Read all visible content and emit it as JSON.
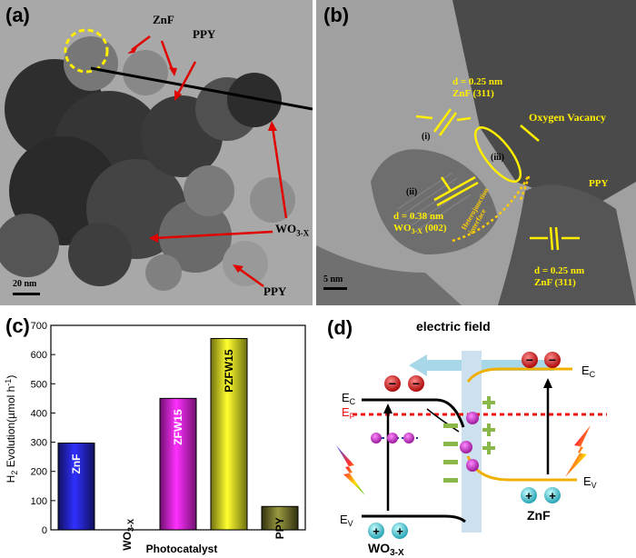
{
  "panel_a": {
    "label": "(a)",
    "annotations": {
      "znf": "ZnF",
      "ppy_top": "PPY",
      "wo3x": "WO",
      "wo3x_sub": "3-X",
      "ppy_bottom": "PPY"
    },
    "scale_bar": "20 nm"
  },
  "panel_b": {
    "label": "(b)",
    "annotations": {
      "d1_line1": "d = 0.25 nm",
      "d1_line2": "ZnF (311)",
      "oxygen_vacancy": "Oxygen Vacancy",
      "roman_i": "(i)",
      "roman_ii": "(ii)",
      "roman_iii": "(iii)",
      "ppy": "PPY",
      "d2_line1": "d = 0.38 nm",
      "d2_line2_a": "WO",
      "d2_line2_sub": "3-X",
      "d2_line2_b": " (002)",
      "heterojunction_1": "Heterojunction",
      "heterojunction_2": "interface",
      "d3_line1": "d = 0.25 nm",
      "d3_line2": "ZnF (311)"
    },
    "scale_bar": "5 nm"
  },
  "panel_c": {
    "label": "(c)",
    "ylabel_main": "H",
    "ylabel_sub": "2",
    "ylabel_rest": " Evolution(µmol h",
    "ylabel_sup": "-1",
    "ylabel_end": ")",
    "xlabel": "Photocatalyst",
    "wo3x_label": "WO",
    "wo3x_sub": "3-X"
  },
  "panel_d": {
    "label": "(d)",
    "electric_field": "electric field",
    "ec_left": "E",
    "ec_left_sub": "C",
    "ef_left": "E",
    "ef_left_sub": "F",
    "ev_left": "E",
    "ev_left_sub": "V",
    "ec_right": "E",
    "ec_right_sub": "C",
    "ev_right": "E",
    "ev_right_sub": "V",
    "wo3x_label": "WO",
    "wo3x_sub": "3-X",
    "znf_label": "ZnF",
    "minus": "−",
    "plus": "+"
  },
  "chart_data": {
    "type": "bar",
    "categories": [
      "ZnF",
      "WO3-X",
      "ZFW15",
      "PZFW15",
      "PPY"
    ],
    "values": [
      297,
      0,
      450,
      655,
      80
    ],
    "colors": [
      "#2a2ad8",
      "#1a1a1a",
      "#d820d8",
      "#e8e818",
      "#5a5a24"
    ],
    "xlabel": "Photocatalyst",
    "ylabel": "H2 Evolution(µmol h-1)",
    "ylim": [
      0,
      700
    ],
    "yticks": [
      0,
      100,
      200,
      300,
      400,
      500,
      600,
      700
    ],
    "grid": false
  }
}
